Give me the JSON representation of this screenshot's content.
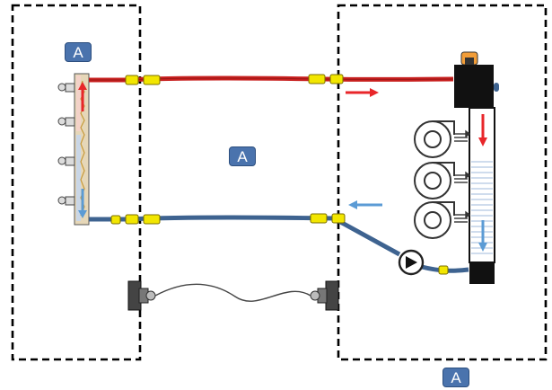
{
  "labels": {
    "zone_left": "A",
    "zone_center": "A",
    "zone_right": "A"
  },
  "colors": {
    "badge": "#4a73ad",
    "hot_line": "#c8201f",
    "cold_line": "#3e6390",
    "hot_arrow": "#e8262a",
    "cold_arrow": "#5b9bd5",
    "fitting": "#f2e600",
    "zone_border": "#000000",
    "tank_body": "#ffffff",
    "tank_cap": "#111111"
  },
  "icons": {
    "left_manifold": "manifold-icon",
    "buffer_tank": "buffer-tank-icon",
    "heat_pumps": "fan-unit-icon",
    "circulation_pump": "circulation-pump-icon",
    "sensors": "temperature-sensor-icon"
  }
}
